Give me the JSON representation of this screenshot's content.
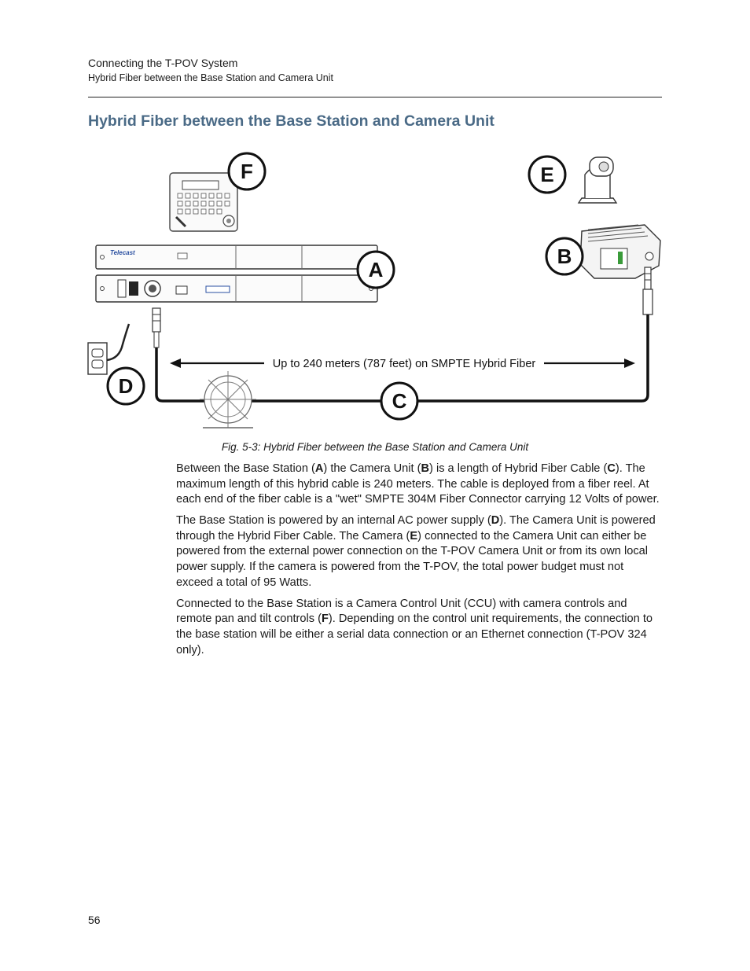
{
  "running_head": {
    "chapter": "Connecting the T-POV System",
    "section": "Hybrid Fiber between the Base Station and Camera Unit"
  },
  "heading": "Hybrid Fiber between the Base Station and Camera Unit",
  "figure": {
    "labels": {
      "a": "A",
      "b": "B",
      "c": "C",
      "d": "D",
      "e": "E",
      "f": "F"
    },
    "distance_text": "Up to 240 meters (787 feet) on SMPTE Hybrid Fiber",
    "brand_text": "Telecast",
    "caption": "Fig. 5-3: Hybrid Fiber between the Base Station and Camera Unit"
  },
  "body": {
    "p1": [
      "Between the Base Station (",
      "A",
      ") the Camera Unit (",
      "B",
      ") is a length of Hybrid Fiber Cable (",
      "C",
      "). The maximum length of this hybrid cable is 240 meters.  The cable is deployed from a fiber reel. At each end of the fiber cable is a \"wet\" SMPTE 304M Fiber Connector carrying 12 Volts of power."
    ],
    "p2": [
      "The Base Station is powered by an internal AC power supply (",
      "D",
      "). The Camera Unit is powered through the Hybrid Fiber Cable. The Camera (",
      "E",
      ") connected to the Camera Unit can either be powered from the external power connection on the T-POV Camera Unit or from its own local power supply.  If the camera is powered from the T-POV, the total power budget must not exceed a total of 95 Watts."
    ],
    "p3": [
      "Connected to the Base Station is a Camera Control Unit (CCU) with camera controls and remote pan and tilt controls (",
      "F",
      ").  Depending on the control unit requirements, the connection to the base station will be either a serial data connection or an Ethernet connection (T-POV 324 only)."
    ]
  },
  "page_number": "56"
}
